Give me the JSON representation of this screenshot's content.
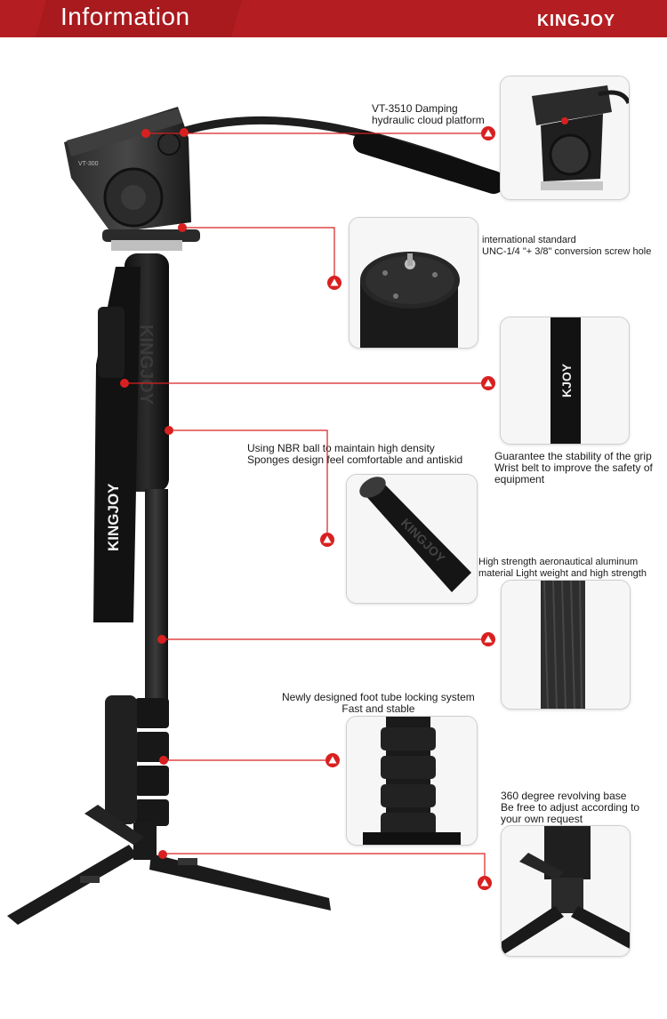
{
  "header": {
    "title": "Information",
    "brand": "KINGJOY",
    "colors": {
      "banner": "#b41e22",
      "tab": "#a81a1e",
      "accent_red": "#d92020"
    }
  },
  "product": {
    "strap_text": "KINGJOY",
    "grip_text": "KINGJOY",
    "head_model": "VT-300"
  },
  "annotations": [
    {
      "lines": [
        "VT-3510 Damping",
        "hydraulic cloud platform"
      ]
    },
    {
      "lines": [
        "international standard",
        "UNC-1/4 \"+ 3/8\" conversion screw hole"
      ]
    },
    {
      "lines": [
        "Guarantee the stability of the grip",
        "Wrist belt to improve the safety of",
        "equipment"
      ]
    },
    {
      "lines": [
        "Using NBR ball to maintain high density",
        "Sponges design feel comfortable and antiskid"
      ]
    },
    {
      "lines": [
        "High strength aeronautical aluminum",
        "material Light weight and high strength"
      ]
    },
    {
      "lines": [
        "Newly designed foot tube locking system",
        "Fast and stable"
      ]
    },
    {
      "lines": [
        "360 degree revolving base",
        "Be free to adjust according to",
        "your own request"
      ]
    }
  ],
  "icons": [
    "triangle-marker-icon",
    "red-dot-icon"
  ]
}
